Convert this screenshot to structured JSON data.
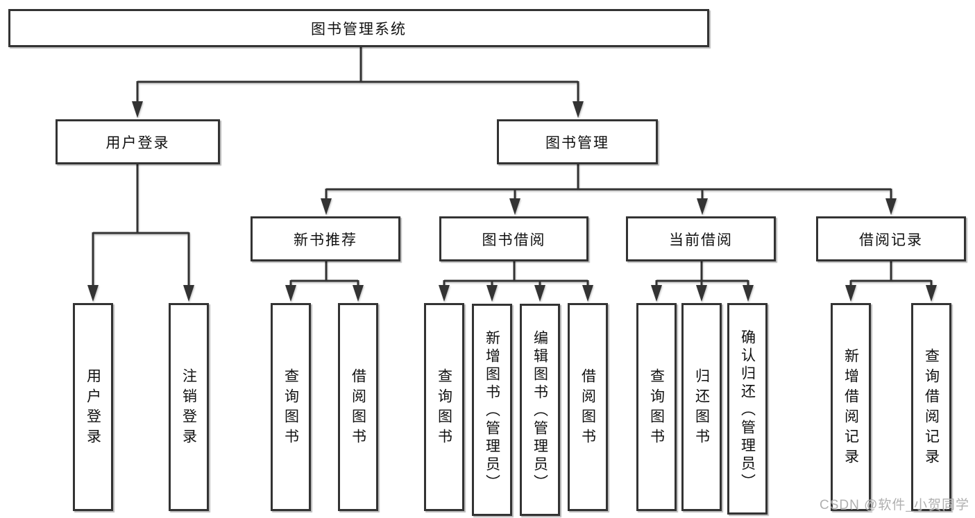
{
  "colors": {
    "line": "#333333",
    "text": "#111111",
    "background": "#ffffff",
    "watermark_color": "#a6a6a6"
  },
  "watermark": "CSDN @软件_小贺同学",
  "tree": {
    "root": {
      "label": "图书管理系统"
    },
    "branches": [
      {
        "label": "用户登录",
        "children": [
          {
            "label": "用户登录"
          },
          {
            "label": "注销登录"
          }
        ]
      },
      {
        "label": "图书管理",
        "children": [
          {
            "label": "新书推荐",
            "children": [
              {
                "label": "查询图书"
              },
              {
                "label": "借阅图书"
              }
            ]
          },
          {
            "label": "图书借阅",
            "children": [
              {
                "label": "查询图书"
              },
              {
                "label": "新增图书（管理员）"
              },
              {
                "label": "编辑图书（管理员）"
              },
              {
                "label": "借阅图书"
              }
            ]
          },
          {
            "label": "当前借阅",
            "children": [
              {
                "label": "查询图书"
              },
              {
                "label": "归还图书"
              },
              {
                "label": "确认归还（管理员）"
              }
            ]
          },
          {
            "label": "借阅记录",
            "children": [
              {
                "label": "新增借阅记录"
              },
              {
                "label": "查询借阅记录"
              }
            ]
          }
        ]
      }
    ]
  }
}
